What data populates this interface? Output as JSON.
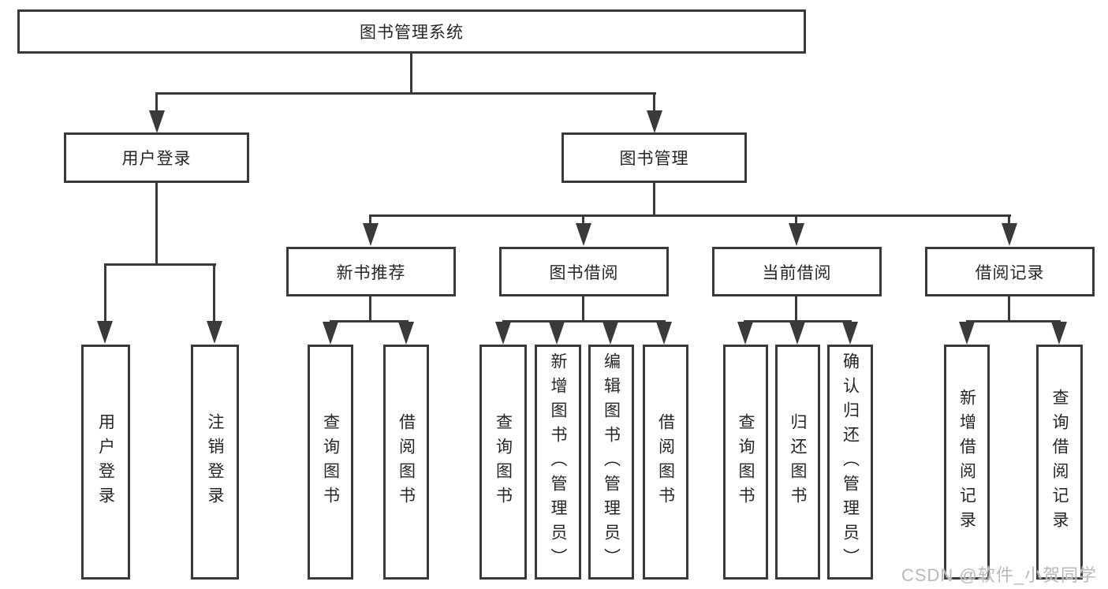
{
  "nodes": {
    "root": {
      "label": "图书管理系统"
    },
    "level2": [
      {
        "label": "用户登录"
      },
      {
        "label": "图书管理"
      }
    ],
    "level3": [
      {
        "label": "新书推荐"
      },
      {
        "label": "图书借阅"
      },
      {
        "label": "当前借阅"
      },
      {
        "label": "借阅记录"
      }
    ],
    "leaves": [
      {
        "label": "用户登录"
      },
      {
        "label": "注销登录"
      },
      {
        "label": "查询图书"
      },
      {
        "label": "借阅图书"
      },
      {
        "label": "查询图书"
      },
      {
        "label": "新增图书（管理员）"
      },
      {
        "label": "编辑图书（管理员）"
      },
      {
        "label": "借阅图书"
      },
      {
        "label": "查询图书"
      },
      {
        "label": "归还图书"
      },
      {
        "label": "确认归还（管理员）"
      },
      {
        "label": "新增借阅记录"
      },
      {
        "label": "查询借阅记录"
      }
    ]
  },
  "hierarchy": {
    "图书管理系统": {
      "用户登录": [
        "用户登录",
        "注销登录"
      ],
      "图书管理": {
        "新书推荐": [
          "查询图书",
          "借阅图书"
        ],
        "图书借阅": [
          "查询图书",
          "新增图书（管理员）",
          "编辑图书（管理员）",
          "借阅图书"
        ],
        "当前借阅": [
          "查询图书",
          "归还图书",
          "确认归还（管理员）"
        ],
        "借阅记录": [
          "新增借阅记录",
          "查询借阅记录"
        ]
      }
    }
  },
  "watermark": {
    "text": "CSDN @软件_小贺同学"
  },
  "colors": {
    "line": "#3a3a3a",
    "text": "#262626",
    "watermark": "#b9b9b9",
    "background": "#ffffff"
  }
}
